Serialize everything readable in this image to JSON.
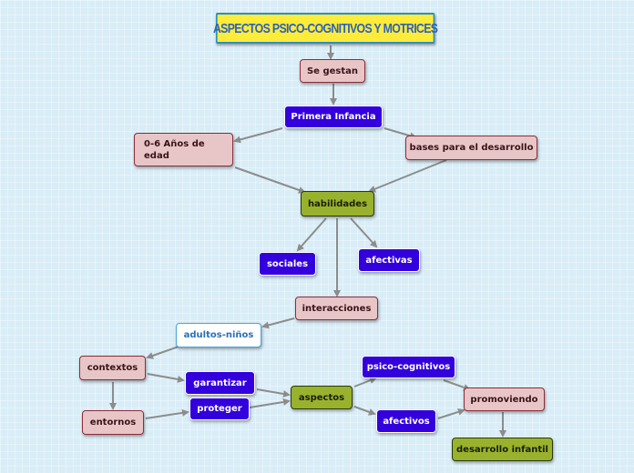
{
  "title": "ASPECTOS PSICO-COGNITIVOS Y MOTRICES",
  "nodes": {
    "se_gestan": "Se gestan",
    "primera_infancia": "Primera Infancia",
    "edad": "0-6 Años de edad",
    "bases": "bases para el desarrollo",
    "habilidades": "habilidades",
    "sociales": "sociales",
    "afectivas": "afectivas",
    "interacciones": "interacciones",
    "adultos_ninos": "adultos-niños",
    "contextos": "contextos",
    "entornos": "entornos",
    "garantizar": "garantizar",
    "proteger": "proteger",
    "aspectos": "aspectos",
    "psico_cognitivos": "psico-cognitivos",
    "afectivos": "afectivos",
    "promoviendo": "promoviendo",
    "desarrollo_infantil": "desarrollo infantil"
  },
  "colors": {
    "pink": "#e8c6c8",
    "blue": "#3300dd",
    "green": "#99b22e",
    "title_bg": "#ffec3a",
    "edge": "#8c8c8c"
  }
}
